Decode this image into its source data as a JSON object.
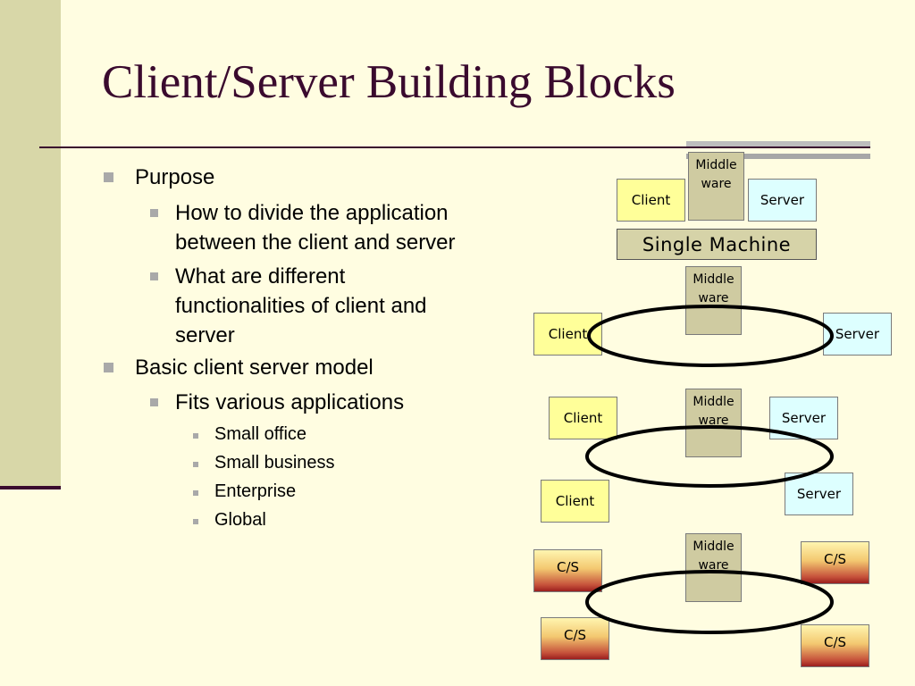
{
  "title": "Client/Server Building Blocks",
  "bullets": {
    "purpose": "Purpose",
    "divide": [
      "How to divide the application",
      "between the client and server"
    ],
    "functions": [
      "What are different",
      "functionalities of client and",
      "server"
    ],
    "basic": "Basic client server model",
    "fits": "Fits various applications",
    "apps": [
      "Small office",
      "Small business",
      "Enterprise",
      "Global"
    ]
  },
  "diagram": {
    "client_label": "Client",
    "server_label": "Server",
    "middleware_label": [
      "Middle",
      "ware"
    ],
    "single_machine_label": "Single Machine",
    "cs_label": "C/S"
  },
  "colors": {
    "background": "#FFFDE1",
    "sidebar": "#D8D7A8",
    "title": "#3A0A2E",
    "client_box": "#FFFF99",
    "server_box": "#DDFFFF",
    "middleware_box": "#CFCBA1"
  }
}
